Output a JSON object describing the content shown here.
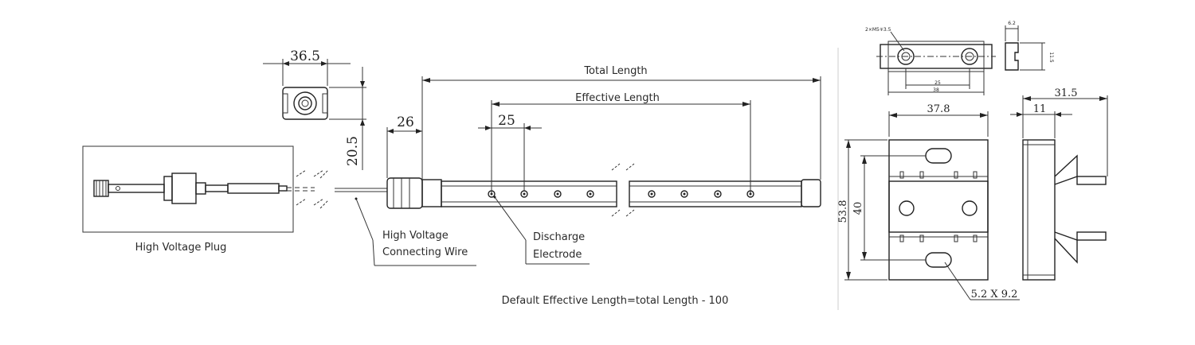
{
  "labels": {
    "total_length": "Total Length",
    "effective_length": "Effective Length",
    "high_voltage_plug": "High Voltage Plug",
    "hv_wire_line1": "High Voltage",
    "hv_wire_line2": "Connecting Wire",
    "discharge_line1": "Discharge",
    "discharge_line2": "Electrode",
    "default_note": "Default Effective Length=total Length - 100"
  },
  "dimensions": {
    "plug_width": "36.5",
    "plug_height": "20.5",
    "gland_offset": "26",
    "electrode_pitch": "25",
    "hole_spec": "2×M5∓3.5",
    "small_depth": "6.2",
    "small_height": "11.5",
    "small_pitch": "25",
    "small_width": "38",
    "bracket_width": "37.8",
    "bracket_height": "53.8",
    "bracket_pitch": "40",
    "slot_size": "5.2 X 9.2",
    "side_depth": "31.5",
    "side_flange": "11"
  }
}
